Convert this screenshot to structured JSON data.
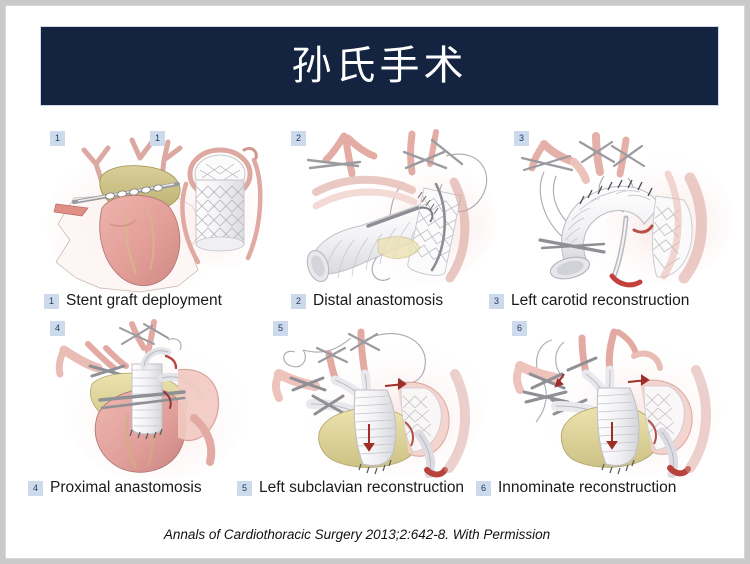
{
  "slide": {
    "title": "孙氏手术",
    "background_color": "#ffffff",
    "title_bar_color": "#142440",
    "title_text_color": "#ffffff",
    "badge_bg_color": "#ccdaec",
    "badge_text_color": "#1f3864"
  },
  "panels": [
    {
      "number": "1",
      "caption": "Stent graft deployment",
      "extra_badge": "1",
      "illustration": "heart-with-stent-graft-deployment"
    },
    {
      "number": "2",
      "caption": "Distal anastomosis",
      "illustration": "distal-anastomosis-graft-suture"
    },
    {
      "number": "3",
      "caption": "Left carotid reconstruction",
      "illustration": "aortic-arch-left-carotid-graft"
    },
    {
      "number": "4",
      "caption": "Proximal anastomosis",
      "illustration": "heart-proximal-anastomosis"
    },
    {
      "number": "5",
      "caption": "Left subclavian reconstruction",
      "illustration": "left-subclavian-branch-graft"
    },
    {
      "number": "6",
      "caption": "Innominate reconstruction",
      "illustration": "innominate-branch-graft-complete"
    }
  ],
  "footer": {
    "citation": "Annals of Cardiothoracic Surgery 2013;2:642-8. With Permission"
  }
}
